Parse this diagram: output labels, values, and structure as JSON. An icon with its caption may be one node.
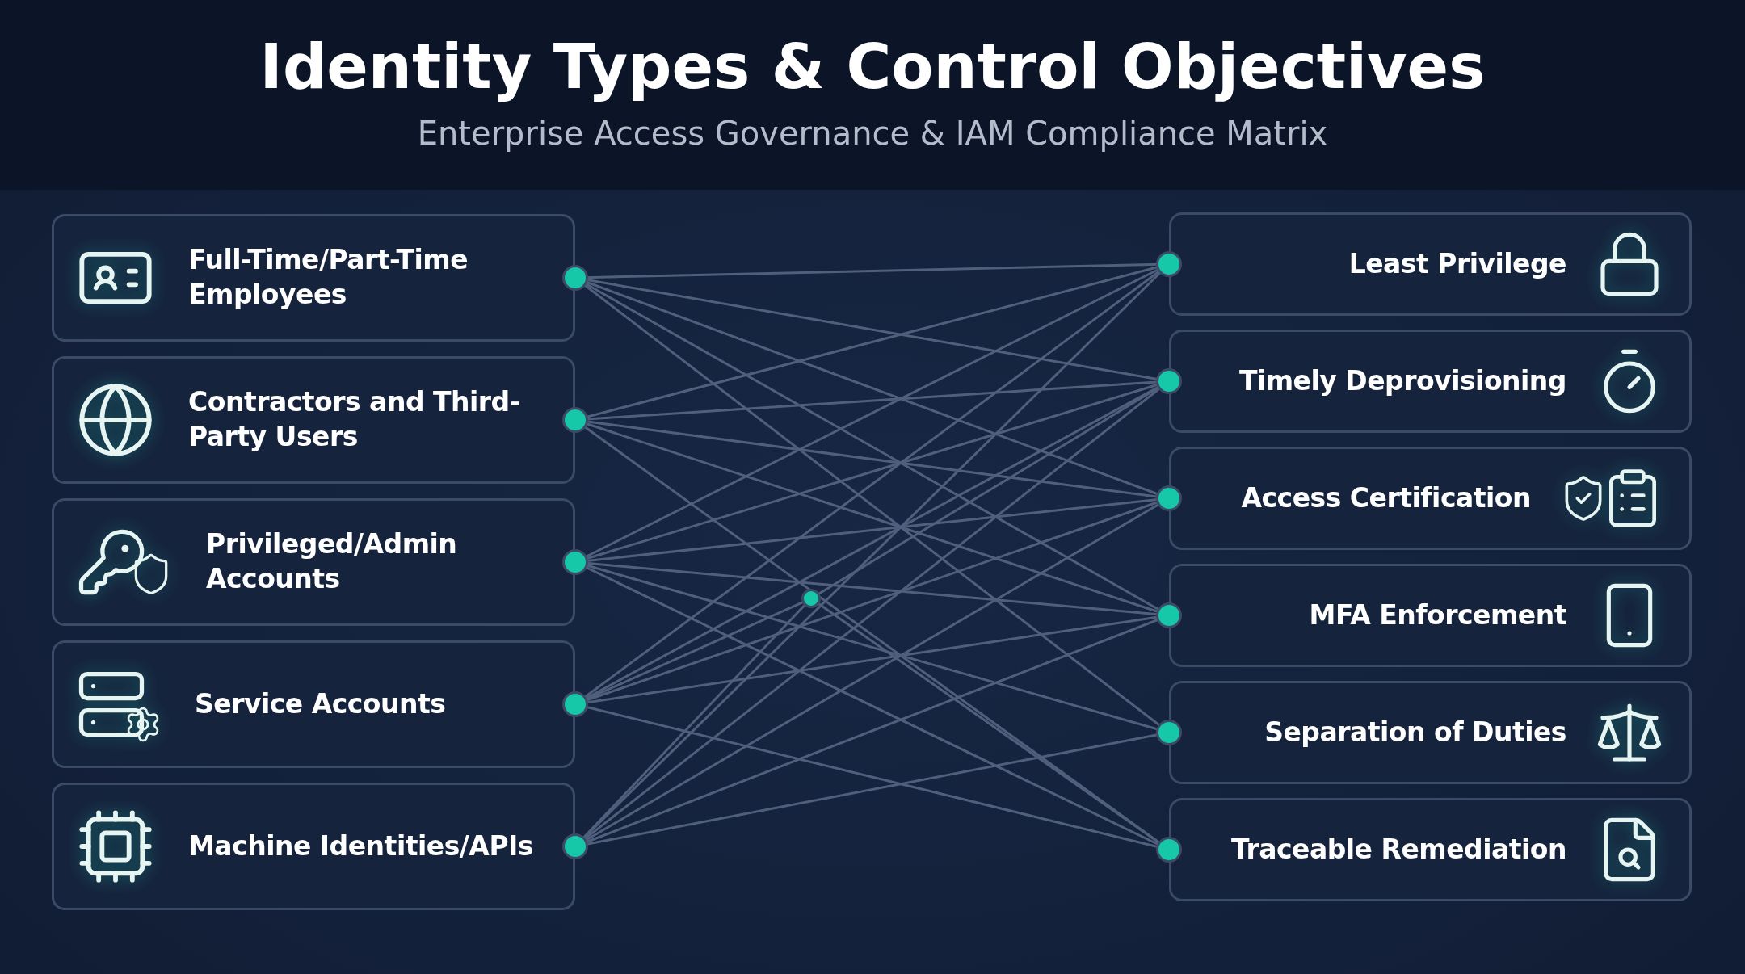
{
  "diagram": {
    "title": "Identity Types & Control Objectives",
    "caption": "Enterprise Access Governance & IAM Compliance Matrix",
    "nodes": [
      {
        "text": [
          "Full-Time/Part-Time Employees"
        ]
      },
      {
        "text": [
          "Contractors and Third-Party Users"
        ]
      },
      {
        "text": [
          "Privileged/Admin Accounts"
        ]
      },
      {
        "text": [
          "Service Accounts"
        ]
      },
      {
        "text": [
          "Machine Identities/APIs"
        ]
      },
      {
        "text": [],
        "shape": "circle"
      },
      {
        "text": [
          "Least Privilege"
        ]
      },
      {
        "text": [
          "Timely Deprovisioning"
        ]
      },
      {
        "text": [
          "Access Certification"
        ]
      },
      {
        "text": [
          "MFA Enforcement"
        ]
      },
      {
        "text": [
          "Separation of Duties"
        ]
      },
      {
        "text": [
          "Traceable Remediation"
        ]
      }
    ],
    "edges": [
      {
        "from": 0,
        "to": 6,
        "arrow": "none"
      },
      {
        "from": 0,
        "to": 7,
        "arrow": "none"
      },
      {
        "from": 0,
        "to": 8,
        "arrow": "none"
      },
      {
        "from": 0,
        "to": 9,
        "arrow": "none"
      },
      {
        "from": 0,
        "to": 10,
        "arrow": "none"
      },
      {
        "from": 1,
        "to": 6,
        "arrow": "none"
      },
      {
        "from": 1,
        "to": 7,
        "arrow": "none"
      },
      {
        "from": 1,
        "to": 8,
        "arrow": "none"
      },
      {
        "from": 1,
        "to": 9,
        "arrow": "none"
      },
      {
        "from": 1,
        "to": 11,
        "arrow": "none"
      },
      {
        "from": 2,
        "to": 6,
        "arrow": "none"
      },
      {
        "from": 2,
        "to": 7,
        "arrow": "none"
      },
      {
        "from": 2,
        "to": 8,
        "arrow": "none"
      },
      {
        "from": 2,
        "to": 9,
        "arrow": "none"
      },
      {
        "from": 2,
        "to": 10,
        "arrow": "none"
      },
      {
        "from": 2,
        "to": 11,
        "arrow": "none"
      },
      {
        "from": 3,
        "to": 6,
        "arrow": "none"
      },
      {
        "from": 3,
        "to": 7,
        "arrow": "none"
      },
      {
        "from": 3,
        "to": 8,
        "arrow": "none"
      },
      {
        "from": 3,
        "to": 9,
        "arrow": "none"
      },
      {
        "from": 3,
        "to": 11,
        "arrow": "none"
      },
      {
        "from": 4,
        "to": 6,
        "arrow": "none"
      },
      {
        "from": 4,
        "to": 7,
        "arrow": "none"
      },
      {
        "from": 4,
        "to": 8,
        "arrow": "none"
      },
      {
        "from": 4,
        "to": 9,
        "arrow": "none"
      },
      {
        "from": 4,
        "to": 10,
        "arrow": "none"
      },
      {
        "from": 3,
        "to": 5,
        "arrow": "none"
      },
      {
        "from": 4,
        "to": 5,
        "arrow": "none"
      },
      {
        "from": 5,
        "to": 7,
        "arrow": "none"
      },
      {
        "from": 5,
        "to": 11,
        "arrow": "none"
      }
    ]
  }
}
